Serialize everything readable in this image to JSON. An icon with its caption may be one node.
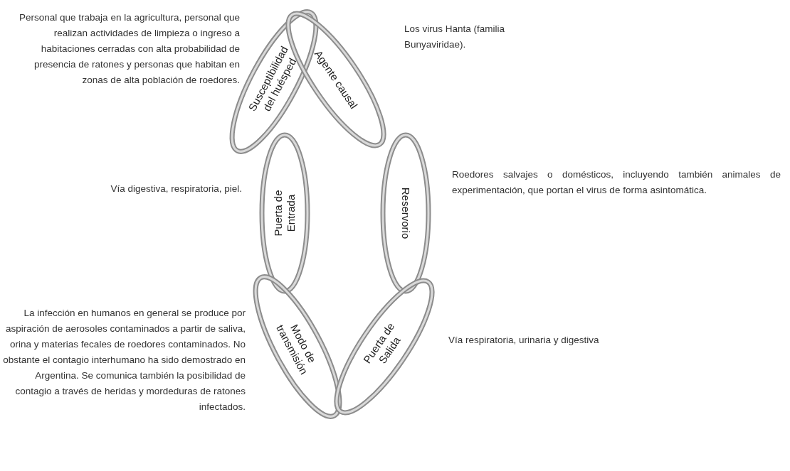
{
  "diagram": {
    "nodes": [
      {
        "text": [
          "Susceptibilidad del huésped"
        ],
        "beside": [
          "Personal que trabaja en la agricultura, personal que realizan actividades de limpieza o ingreso a habitaciones cerradas con alta probabilidad de presencia de ratones y personas que habitan en zonas de alta población de roedores."
        ]
      },
      {
        "text": [
          "Agente causal"
        ],
        "beside": [
          "Los virus Hanta (familia Bunyaviridae)."
        ]
      },
      {
        "text": [
          "Puerta de Entrada"
        ],
        "beside": [
          "Vía digestiva, respiratoria, piel."
        ]
      },
      {
        "text": [
          "Reservorio"
        ],
        "beside": [
          "Roedores salvajes o domésticos, incluyendo también animales de experimentación, que portan el virus de forma asintomática."
        ]
      },
      {
        "text": [
          "Modo de transmisión"
        ],
        "beside": [
          "La infección en humanos en general se produce por aspiración de aerosoles contaminados a partir de saliva, orina y materias fecales de roedores contaminados. No obstante el contagio interhumano ha sido demostrado en Argentina. Se comunica también la posibilidad de contagio a través de heridas y mordeduras de ratones infectados."
        ]
      },
      {
        "text": [
          "Puerta de Salida"
        ],
        "beside": [
          "Vía respiratoria, urinaria y digestiva"
        ]
      }
    ]
  }
}
